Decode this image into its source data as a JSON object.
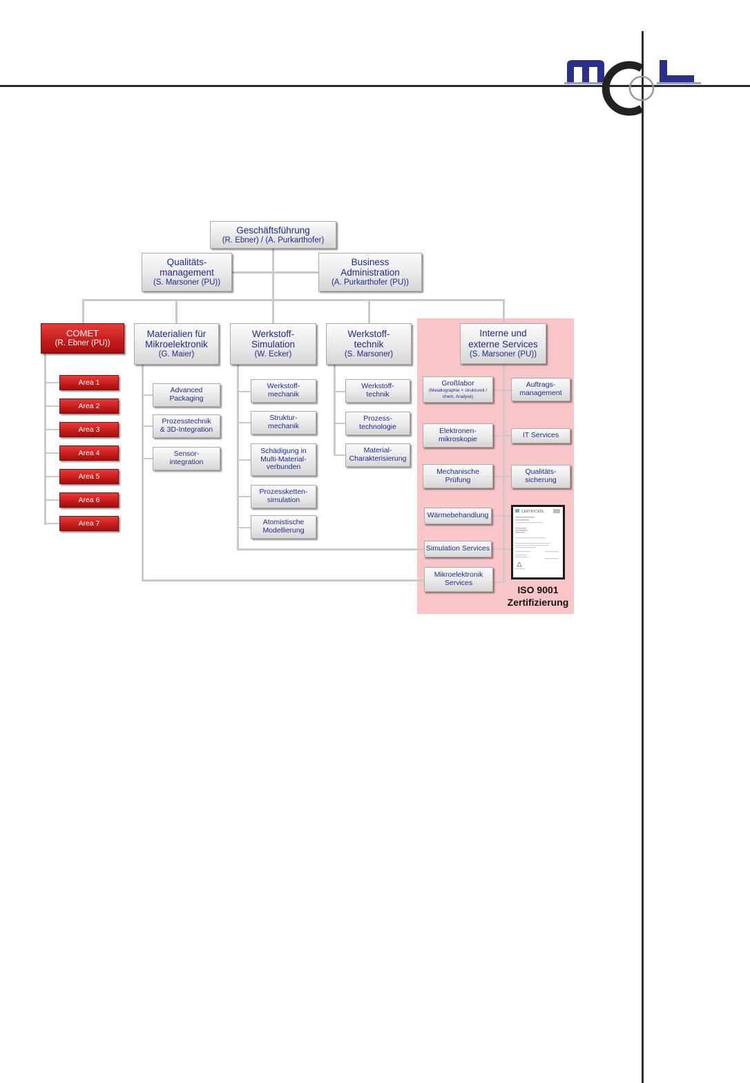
{
  "logo": {
    "text": "mcl"
  },
  "chart": {
    "top": {
      "title": "Geschäftsführung",
      "sub": "(R. Ebner) / (A. Purkarthofer)"
    },
    "qm": {
      "l1": "Qualitäts-",
      "l2": "management",
      "sub": "(S. Marsoner (PU))"
    },
    "ba": {
      "l1": "Business",
      "l2": "Administration",
      "sub": "(A. Purkarthofer (PU))"
    },
    "comet": {
      "title": "COMET",
      "sub": "(R. Ebner (PU))",
      "areas": [
        "Area 1",
        "Area 2",
        "Area 3",
        "Area 4",
        "Area 5",
        "Area 6",
        "Area 7"
      ]
    },
    "mat": {
      "l1": "Materialien für",
      "l2": "Mikroelektronik",
      "sub": "(G. Maier)",
      "items": [
        [
          "Advanced",
          "Packaging"
        ],
        [
          "Prozesstechnik",
          "& 3D-Integration"
        ],
        [
          "Sensor-",
          "integration"
        ]
      ]
    },
    "sim": {
      "l1": "Werkstoff-",
      "l2": "Simulation",
      "sub": "(W. Ecker)",
      "items": [
        [
          "Werkstoff-",
          "mechanik"
        ],
        [
          "Struktur-",
          "mechanik"
        ],
        [
          "Schädigung in",
          "Multi-Material-",
          "verbunden"
        ],
        [
          "Prozessketten-",
          "simulation"
        ],
        [
          "Atomistische",
          "Modellierung"
        ]
      ]
    },
    "tech": {
      "l1": "Werkstoff-",
      "l2": "technik",
      "sub": "(S. Marsoner)",
      "items": [
        [
          "Werkstoff-",
          "technik"
        ],
        [
          "Prozess-",
          "technologie"
        ],
        [
          "Material-",
          "Charakterisierung"
        ]
      ]
    },
    "svc": {
      "l1": "Interne und",
      "l2": "externe Services",
      "sub": "(S. Marsoner (PU))",
      "grosslabor": {
        "title": "Großlabor",
        "detail1": "(Metallographie + strukturell /",
        "detail2": "chem. Analyse)"
      },
      "elektronen": [
        "Elektronen-",
        "mikroskopie"
      ],
      "mechanische": [
        "Mechanische",
        "Prüfung"
      ],
      "waerme": "Wärmebehandlung",
      "simsvc": "Simulation Services",
      "mikro": [
        "Mikroelektronik",
        "Services"
      ],
      "auftrags": [
        "Auftrags-",
        "management"
      ],
      "it": "IT Services",
      "qs": [
        "Qualitäts-",
        "sicherung"
      ]
    },
    "iso": {
      "l1": "ISO 9001",
      "l2": "Zertifizierung",
      "cert_title": "CERTIFICATE"
    }
  },
  "colors": {
    "box_text": "#1f2c8f",
    "red": "#c51b1b",
    "pink": "#f8c6c8",
    "logo_blue": "#2a2f8c"
  }
}
